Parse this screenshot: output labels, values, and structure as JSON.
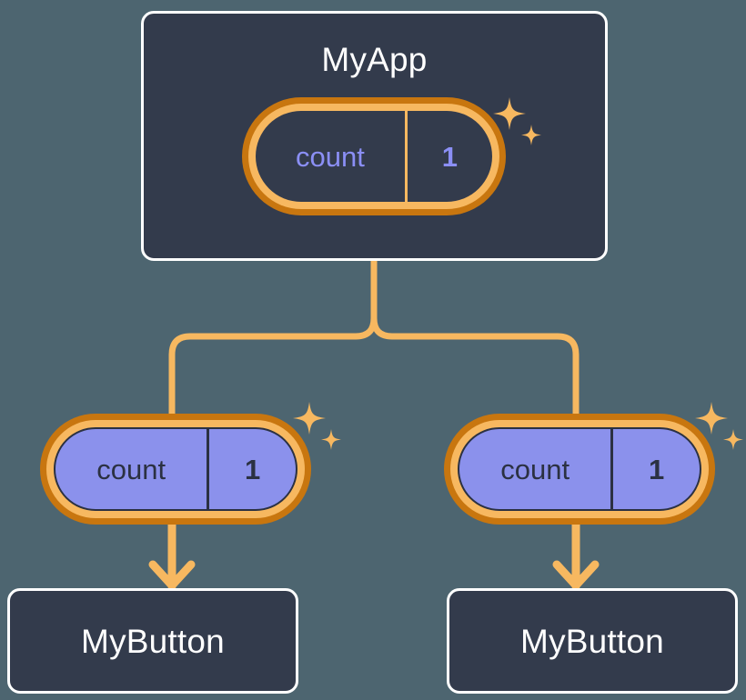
{
  "diagram": {
    "type": "component-tree",
    "background_color": "#4d6570",
    "accent_color": "#f7b860",
    "accent_dark_color": "#c8760f",
    "state_fill_color": "#8b91ec",
    "box_fill_color": "#333b4c",
    "box_border_color": "#ffffff",
    "state_text_color_dark_pill": "#8b8ff5",
    "state_text_color_light_pill": "#2b3142"
  },
  "root": {
    "title": "MyApp",
    "state": {
      "key": "count",
      "value": "1"
    },
    "sparkle": "sparkles-icon"
  },
  "children": [
    {
      "state": {
        "key": "count",
        "value": "1"
      },
      "sparkle": "sparkles-icon",
      "component": {
        "title": "MyButton"
      }
    },
    {
      "state": {
        "key": "count",
        "value": "1"
      },
      "sparkle": "sparkles-icon",
      "component": {
        "title": "MyButton"
      }
    }
  ],
  "connectors": {
    "trunk": "vertical-line-from-root",
    "branch": "tee-split-to-two-children",
    "arrows": "down-arrow-to-component",
    "color": "#f7b860"
  }
}
